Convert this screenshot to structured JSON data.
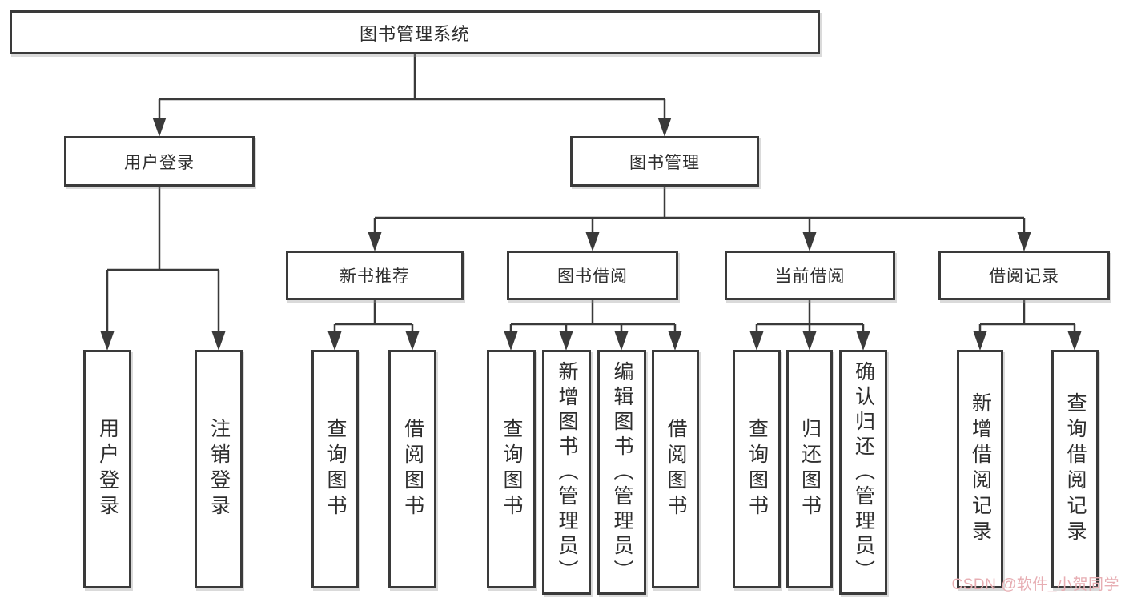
{
  "diagram": {
    "root": {
      "label": "图书管理系统"
    },
    "user_login": {
      "label": "用户登录",
      "children": [
        {
          "label": "用户登录"
        },
        {
          "label": "注销登录"
        }
      ]
    },
    "book_management": {
      "label": "图书管理",
      "sections": {
        "new_book_recommend": {
          "label": "新书推荐",
          "children": [
            {
              "label": "查询图书"
            },
            {
              "label": "借阅图书"
            }
          ]
        },
        "book_borrowing": {
          "label": "图书借阅",
          "children": [
            {
              "label": "查询图书"
            },
            {
              "label": "新增图书（管理员）"
            },
            {
              "label": "编辑图书（管理员）"
            },
            {
              "label": "借阅图书"
            }
          ]
        },
        "current_borrowing": {
          "label": "当前借阅",
          "children": [
            {
              "label": "查询图书"
            },
            {
              "label": "归还图书"
            },
            {
              "label": "确认归还（管理员）"
            }
          ]
        },
        "borrowing_records": {
          "label": "借阅记录",
          "children": [
            {
              "label": "新增借阅记录"
            },
            {
              "label": "查询借阅记录"
            }
          ]
        }
      }
    },
    "colors": {
      "line": "#3a3a3a",
      "text": "#2e2e2e",
      "watermark": "#e7aeb3"
    },
    "watermark": {
      "text": "CSDN @软件_小贺同学"
    }
  }
}
